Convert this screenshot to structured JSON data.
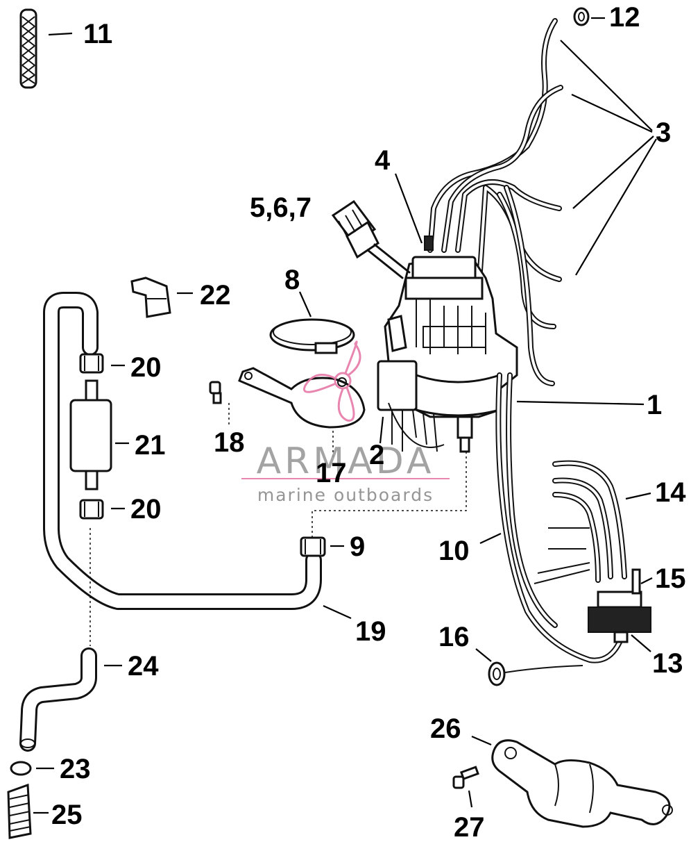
{
  "callouts": {
    "c1": "1",
    "c2": "2",
    "c3": "3",
    "c4": "4",
    "c567": "5,6,7",
    "c8": "8",
    "c9": "9",
    "c10": "10",
    "c11": "11",
    "c12": "12",
    "c13": "13",
    "c14": "14",
    "c15": "15",
    "c16": "16",
    "c17": "17",
    "c18": "18",
    "c19": "19",
    "c20a": "20",
    "c20b": "20",
    "c21": "21",
    "c22": "22",
    "c23": "23",
    "c24": "24",
    "c25": "25",
    "c26": "26",
    "c27": "27"
  },
  "watermark": {
    "brand": "ARMADA",
    "tagline": "marine outboards",
    "accent_color": "#e67aa8",
    "text_color": "#9a9a9a"
  }
}
